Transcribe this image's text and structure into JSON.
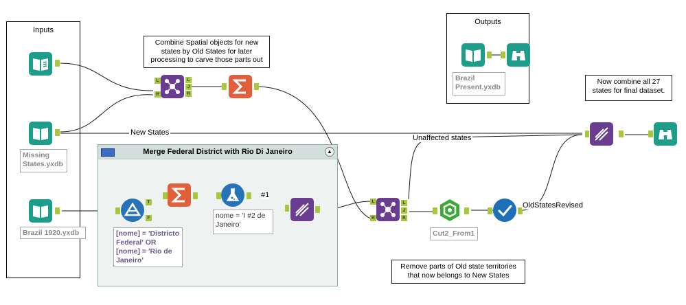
{
  "boxes": {
    "inputs_title": "Inputs",
    "outputs_title": "Outputs"
  },
  "container": {
    "title": "Merge Federal District with Rio Di Janeiro"
  },
  "comments": {
    "combine_spatial": "Combine Spatial objects for new states by Old States for later processing to carve those parts out",
    "combine_all": "Now combine all 27 states for final dataset.",
    "remove_parts": "Remove parts of Old state territories that now belongs to New States"
  },
  "annotations": {
    "missing_states": "Missing States.yxdb",
    "brazil_1920": "Brazil 1920.yxdb",
    "brazil_present": "Brazil Present.yxdb",
    "filter_expr": "[nome] = 'Districto Federal' OR [nome] = 'Rio de Janeiro'",
    "formula_expr": "nome = 'I #2 de Janeiro'",
    "cut2": "Cut2_From1"
  },
  "labels": {
    "new_states": "New States",
    "unaffected_states": "Unaffected states",
    "old_states_revised": "OldStatesRevised",
    "hash1": "#1"
  },
  "ports": {
    "L": "L",
    "J": "J",
    "R": "R",
    "T": "T",
    "F": "F"
  },
  "icons": {
    "input": "book-icon",
    "browse": "binoculars-icon",
    "join": "join-circles-icon",
    "summarize": "sigma-icon",
    "filter": "filter-triangle-icon",
    "formula": "flask-icon",
    "union": "dna-icon",
    "spatial_process": "hexagon-cut-icon",
    "select": "checkmark-icon"
  },
  "colors": {
    "input": "#1e9d8b",
    "join": "#6a3d91",
    "summarize": "#e0603c",
    "filter": "#2673b8",
    "union": "#6a3d91",
    "spatial": "#3aaa35",
    "select": "#1d6fb7",
    "port": "#a7c83c"
  }
}
